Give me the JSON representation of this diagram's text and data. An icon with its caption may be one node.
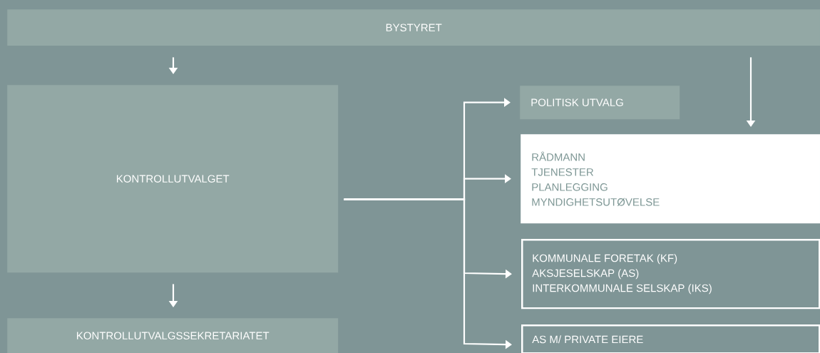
{
  "diagram": {
    "nodes": [
      {
        "text": [
          "BYSTYRET"
        ]
      },
      {
        "text": [
          "KONTROLLUTVALGET"
        ]
      },
      {
        "text": [
          "KONTROLLUTVALGSSEKRETARIATET"
        ]
      },
      {
        "text": [
          "POLITISK UTVALG"
        ]
      },
      {
        "text": [
          "RÅDMANN",
          "TJENESTER",
          "PLANLEGGING",
          "MYNDIGHETSUTØVELSE"
        ]
      },
      {
        "text": [
          "KOMMUNALE FORETAK (KF)",
          "AKSJESELSKAP (AS)",
          "INTERKOMMUNALE SELSKAP (IKS)"
        ]
      },
      {
        "text": [
          "AS M/ PRIVATE EIERE"
        ]
      }
    ],
    "edges": [
      {
        "from": 0,
        "to": 1,
        "arrow": "to"
      },
      {
        "from": 1,
        "to": 2,
        "arrow": "to"
      },
      {
        "from": 0,
        "to": 4,
        "arrow": "to"
      },
      {
        "from": 1,
        "to": 3,
        "arrow": "to"
      },
      {
        "from": 1,
        "to": 4,
        "arrow": "to"
      },
      {
        "from": 1,
        "to": 5,
        "arrow": "to"
      },
      {
        "from": 1,
        "to": 6,
        "arrow": "to"
      }
    ]
  }
}
